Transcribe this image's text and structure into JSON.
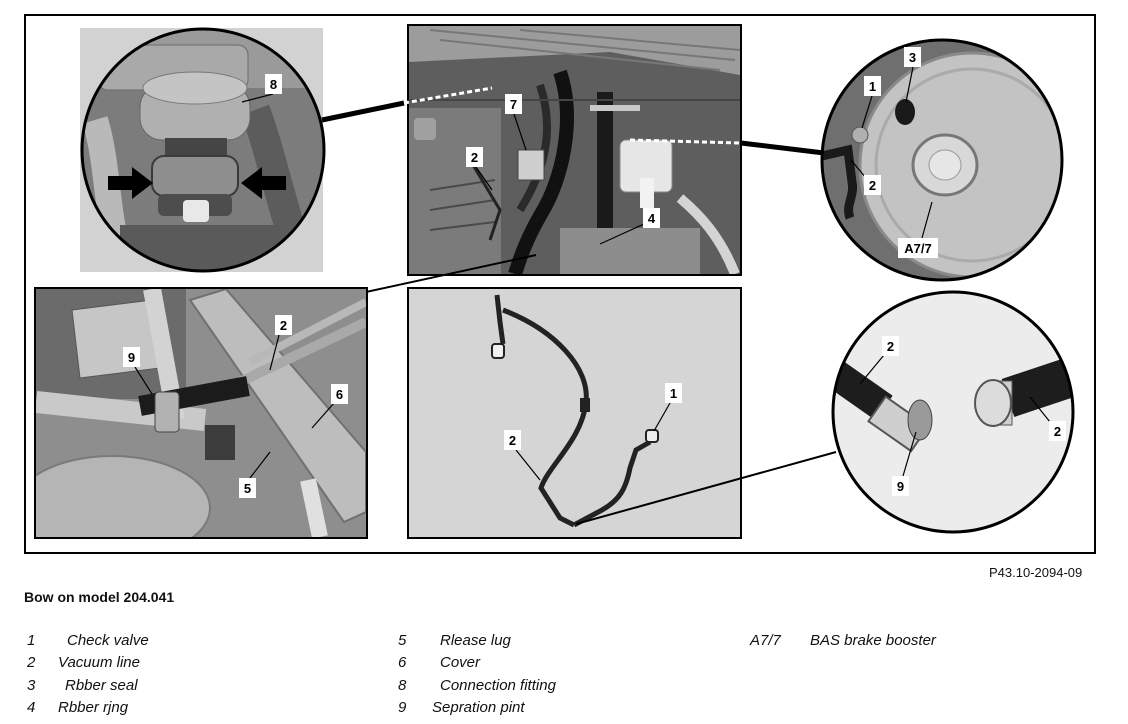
{
  "figure": {
    "code": "P43.10-2094-09",
    "caption": "Bow on model 204.041",
    "callouts": [
      "8",
      "7",
      "2",
      "4",
      "3",
      "1",
      "2",
      "A7/7",
      "2",
      "9",
      "6",
      "5",
      "1",
      "2",
      "2",
      "2",
      "9"
    ]
  },
  "legend": {
    "col1": [
      {
        "num": "1",
        "label": "Check valve"
      },
      {
        "num": "2",
        "label": "Vacuum line"
      },
      {
        "num": "3",
        "label": "Rbber seal"
      },
      {
        "num": "4",
        "label": "Rbber rjng"
      }
    ],
    "col2": [
      {
        "num": "5",
        "label": "Rlease lug"
      },
      {
        "num": "6",
        "label": "Cover"
      },
      {
        "num": "8",
        "label": "Connection fitting"
      },
      {
        "num": "9",
        "label": "Sepration pint"
      }
    ],
    "col3": [
      {
        "num": "A7/7",
        "label": "BAS brake booster"
      }
    ]
  }
}
